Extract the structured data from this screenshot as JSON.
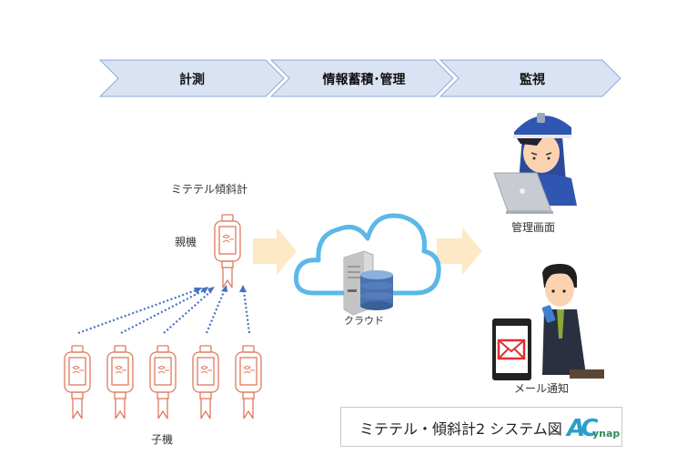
{
  "process_steps": [
    {
      "label": "計測"
    },
    {
      "label": "情報蓄積･管理"
    },
    {
      "label": "監視"
    }
  ],
  "device": {
    "name": "ミテテル傾斜計",
    "parent_label": "親機",
    "child_label": "子機",
    "child_count": 5
  },
  "cloud": {
    "label": "クラウド"
  },
  "monitoring": {
    "admin_label": "管理画面",
    "mail_label": "メール通知"
  },
  "title_box": {
    "title": "ミテテル・傾斜計2 システム図",
    "logo_text_main": "AC",
    "logo_text_sub": "ynap"
  },
  "colors": {
    "chevron_fill": "#dae3f3",
    "chevron_stroke": "#8faadc",
    "device_stroke": "#e07a5f",
    "arrow_fill": "#fde9c6",
    "dotted_arrow": "#4472c4",
    "cloud_stroke": "#5bb8e8"
  }
}
